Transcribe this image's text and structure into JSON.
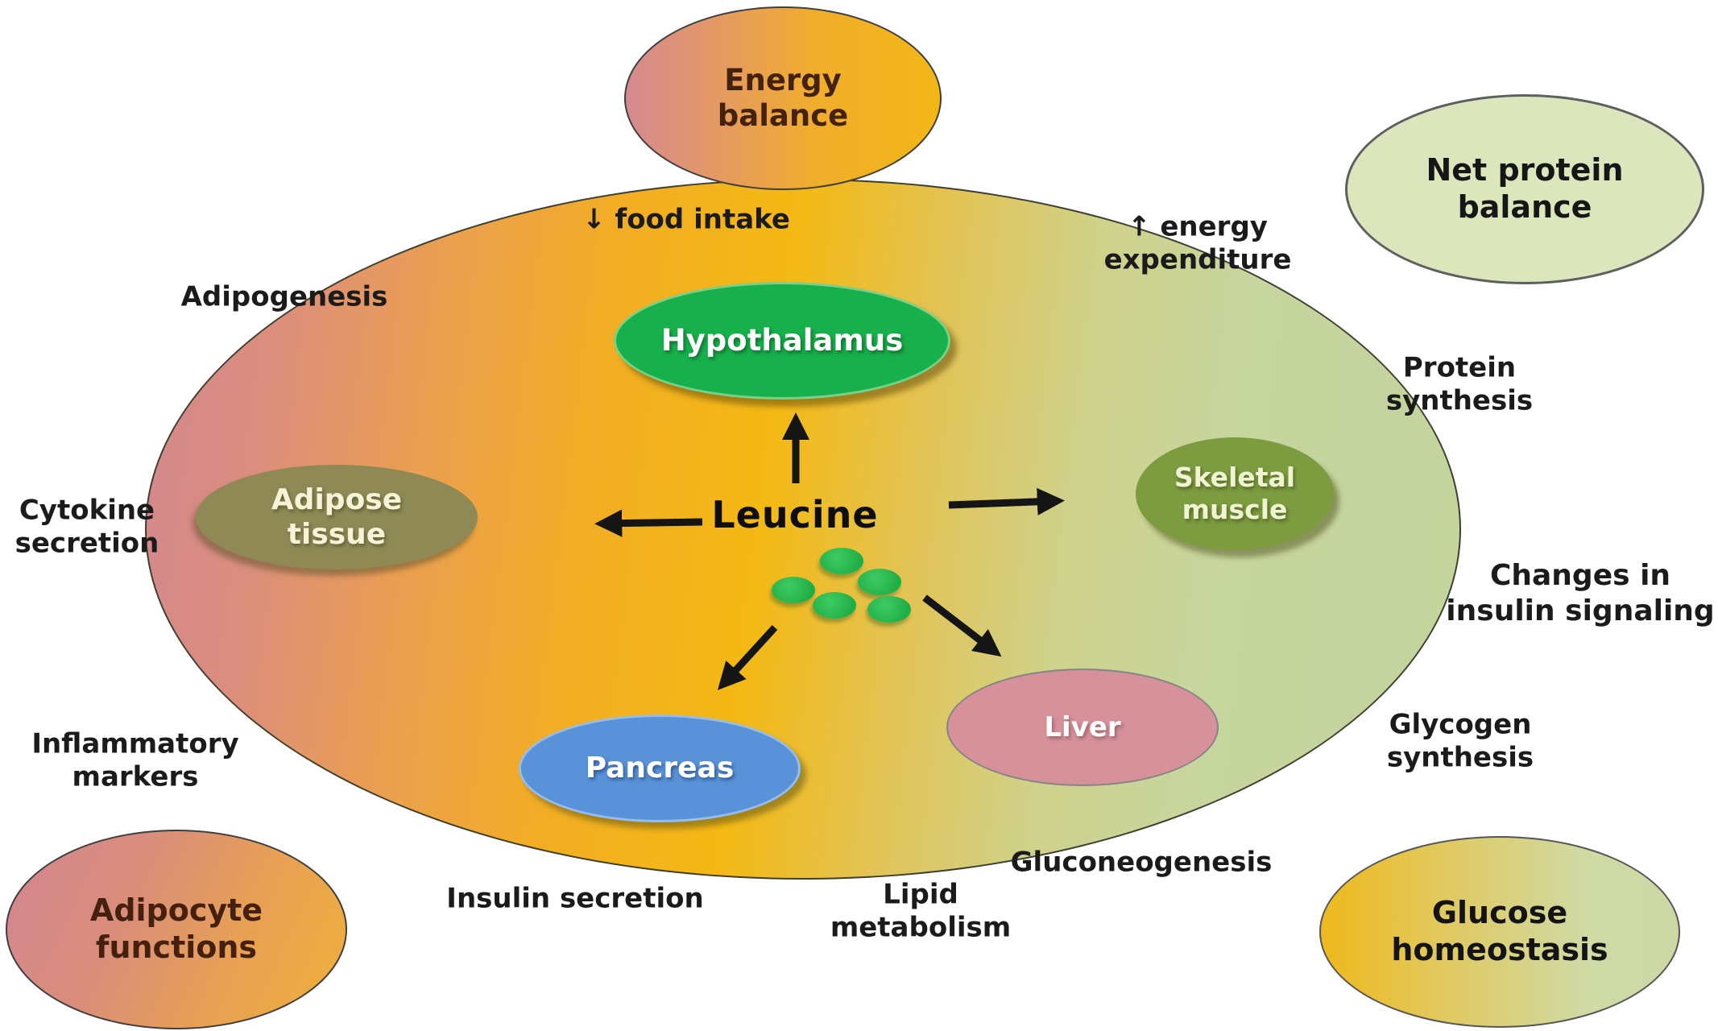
{
  "figure": {
    "type": "signaling-diagram",
    "subject": "Leucine effects on organs and metabolic outcomes"
  },
  "center": {
    "label": "Leucine"
  },
  "leucine_dots": {
    "count": 5,
    "color": "#2abf50"
  },
  "nodes": {
    "hypothalamus": {
      "label": "Hypothalamus",
      "fill": "#17b04c"
    },
    "adipose_tissue": {
      "line1": "Adipose",
      "line2": "tissue",
      "fill": "#8f8a55"
    },
    "skeletal_muscle": {
      "line1": "Skeletal",
      "line2": "muscle",
      "fill": "#7d9c40"
    },
    "pancreas": {
      "label": "Pancreas",
      "fill": "#5a92d9"
    },
    "liver": {
      "label": "Liver",
      "fill": "#d6919b"
    }
  },
  "outcomes": {
    "energy_balance": {
      "line1": "Energy",
      "line2": "balance"
    },
    "net_protein_balance": {
      "line1": "Net protein",
      "line2": "balance"
    },
    "adipocyte_functions": {
      "line1": "Adipocyte",
      "line2": "functions"
    },
    "glucose_homeostasis": {
      "line1": "Glucose",
      "line2": "homeostasis"
    }
  },
  "labels": {
    "food_intake": {
      "text": "↓ food intake"
    },
    "energy_expenditure": {
      "line1": "↑ energy",
      "line2": "expenditure"
    },
    "adipogenesis": {
      "text": "Adipogenesis"
    },
    "cytokine_secretion": {
      "line1": "Cytokine",
      "line2": "secretion"
    },
    "inflammatory_markers": {
      "line1": "Inflammatory",
      "line2": "markers"
    },
    "protein_synthesis": {
      "line1": "Protein",
      "line2": "synthesis"
    },
    "changes_in_insulin_signaling": {
      "line1": "Changes in",
      "line2": "insulin signaling"
    },
    "glycogen_synthesis": {
      "line1": "Glycogen",
      "line2": "synthesis"
    },
    "gluconeogenesis": {
      "text": "Gluconeogenesis"
    },
    "insulin_secretion": {
      "text": "Insulin secretion"
    },
    "lipid_metabolism": {
      "line1": "Lipid",
      "line2": "metabolism"
    }
  },
  "arrows": [
    {
      "from": "Leucine",
      "to": "Hypothalamus",
      "direction": "up"
    },
    {
      "from": "Leucine",
      "to": "Adipose tissue",
      "direction": "left"
    },
    {
      "from": "Leucine",
      "to": "Skeletal muscle",
      "direction": "right"
    },
    {
      "from": "Leucine",
      "to": "Pancreas",
      "direction": "down-left"
    },
    {
      "from": "Leucine",
      "to": "Liver",
      "direction": "down-right"
    }
  ],
  "colors": {
    "field_pink": "#d2878f",
    "field_gold": "#f4b914",
    "field_green": "#c3d49d",
    "hypothalamus_green": "#17b04c",
    "adipose_olive": "#8f8a55",
    "skeletal_green": "#7d9c40",
    "pancreas_blue": "#5a92d9",
    "liver_rose": "#d6919b",
    "dot_green": "#2abf50",
    "arrow_black": "#151515"
  }
}
